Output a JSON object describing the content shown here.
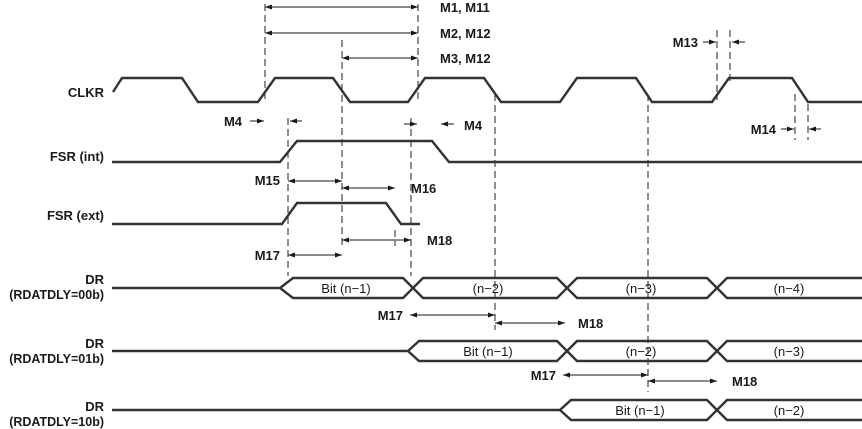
{
  "signals": {
    "clkr": "CLKR",
    "fsr_int": "FSR (int)",
    "fsr_ext": "FSR (ext)",
    "dr0_name": "DR",
    "dr0_mode": "(RDATDLY=00b)",
    "dr1_name": "DR",
    "dr1_mode": "(RDATDLY=01b)",
    "dr2_name": "DR",
    "dr2_mode": "(RDATDLY=10b)"
  },
  "bits": {
    "dr0": [
      "Bit (n−1)",
      "(n−2)",
      "(n−3)",
      "(n−4)"
    ],
    "dr1": [
      "Bit (n−1)",
      "(n−2)",
      "(n−3)"
    ],
    "dr2": [
      "Bit (n−1)",
      "(n−2)"
    ]
  },
  "timing": {
    "m1_m11": "M1, M11",
    "m2_m12": "M2, M12",
    "m3_m12": "M3, M12",
    "m13": "M13",
    "m4_left": "M4",
    "m4_right": "M4",
    "m14": "M14",
    "m15": "M15",
    "m16": "M16",
    "m17_a": "M17",
    "m18_a": "M18",
    "m17_b": "M17",
    "m18_b": "M18",
    "m17_c": "M17",
    "m18_c": "M18"
  }
}
